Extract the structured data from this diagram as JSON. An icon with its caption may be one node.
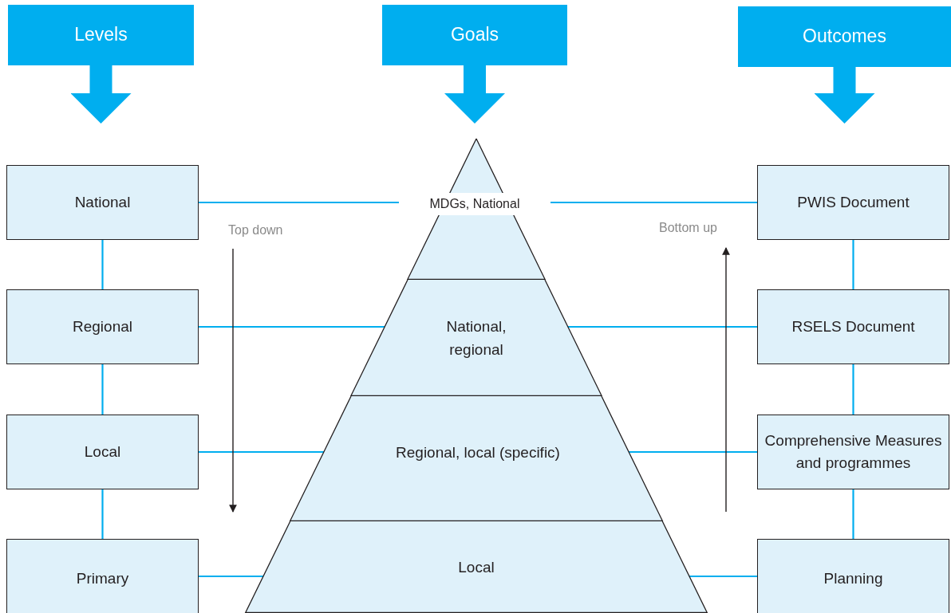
{
  "diagram": {
    "nodes": [
      {
        "text": [
          "Levels"
        ]
      },
      {
        "text": [
          "Goals"
        ]
      },
      {
        "text": [
          "Outcomes"
        ]
      },
      {
        "text": [
          "National"
        ]
      },
      {
        "text": [
          "Regional"
        ]
      },
      {
        "text": [
          "Local"
        ]
      },
      {
        "text": [
          "Primary"
        ]
      },
      {
        "text": [
          "MDGs, National"
        ]
      },
      {
        "text": [
          "National, regional"
        ]
      },
      {
        "text": [
          "Regional, local (specific)"
        ]
      },
      {
        "text": [
          "Local"
        ]
      },
      {
        "text": [
          "PWIS Document"
        ]
      },
      {
        "text": [
          "RSELS Document"
        ]
      },
      {
        "text": [
          "Comprehensive Measures and programmes"
        ]
      },
      {
        "text": [
          "Planning"
        ]
      }
    ],
    "edges": [
      {
        "from": 0,
        "to": 3,
        "arrow": "to",
        "style": "thick"
      },
      {
        "from": 1,
        "to": 7,
        "arrow": "to",
        "style": "thick"
      },
      {
        "from": 2,
        "to": 11,
        "arrow": "to",
        "style": "thick"
      },
      {
        "from": 3,
        "to": 7,
        "arrow": "none"
      },
      {
        "from": 7,
        "to": 11,
        "arrow": "none"
      },
      {
        "from": 4,
        "to": 8,
        "arrow": "none"
      },
      {
        "from": 8,
        "to": 12,
        "arrow": "none"
      },
      {
        "from": 5,
        "to": 9,
        "arrow": "none"
      },
      {
        "from": 9,
        "to": 13,
        "arrow": "none"
      },
      {
        "from": 6,
        "to": 10,
        "arrow": "none"
      },
      {
        "from": 10,
        "to": 14,
        "arrow": "none"
      },
      {
        "from": 3,
        "to": 4,
        "arrow": "none"
      },
      {
        "from": 4,
        "to": 5,
        "arrow": "none"
      },
      {
        "from": 5,
        "to": 6,
        "arrow": "none"
      },
      {
        "from": 11,
        "to": 12,
        "arrow": "none"
      },
      {
        "from": 12,
        "to": 13,
        "arrow": "none"
      },
      {
        "from": 13,
        "to": 14,
        "arrow": "none"
      }
    ],
    "labels": [
      "Top down",
      "Bottom up"
    ]
  }
}
